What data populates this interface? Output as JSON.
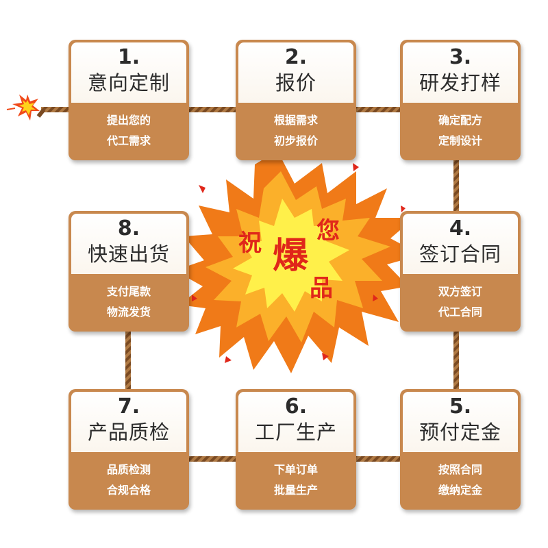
{
  "steps": [
    {
      "number": "1.",
      "title": "意向定制",
      "line1": "提出您的",
      "line2": "代工需求"
    },
    {
      "number": "2.",
      "title": "报价",
      "line1": "根据需求",
      "line2": "初步报价"
    },
    {
      "number": "3.",
      "title": "研发打样",
      "line1": "确定配方",
      "line2": "定制设计"
    },
    {
      "number": "4.",
      "title": "签订合同",
      "line1": "双方签订",
      "line2": "代工合同"
    },
    {
      "number": "5.",
      "title": "预付定金",
      "line1": "按照合同",
      "line2": "缴纳定金"
    },
    {
      "number": "6.",
      "title": "工厂生产",
      "line1": "下单订单",
      "line2": "批量生产"
    },
    {
      "number": "7.",
      "title": "产品质检",
      "line1": "品质检测",
      "line2": "合规合格"
    },
    {
      "number": "8.",
      "title": "快速出货",
      "line1": "支付尾款",
      "line2": "物流发货"
    }
  ],
  "burst": {
    "c1": "祝",
    "c2": "您",
    "c3": "爆",
    "c4": "品"
  },
  "colors": {
    "card": "#c8884e",
    "rope": "#8a5a2e",
    "burst_orange": "#f07a18",
    "burst_yellow": "#fff04a",
    "text_red": "#e0271a"
  }
}
